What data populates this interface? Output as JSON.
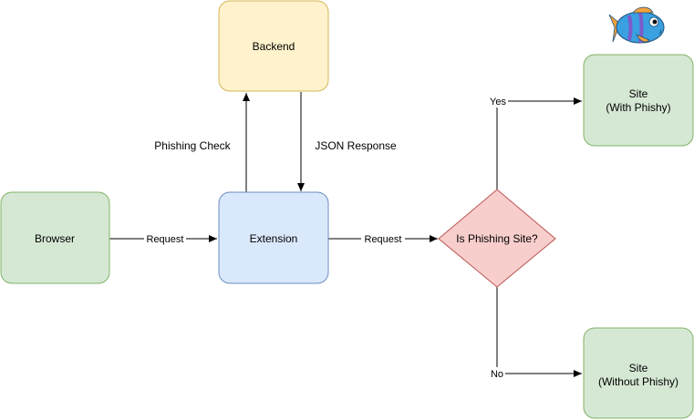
{
  "nodes": {
    "backend": {
      "label": "Backend",
      "fill": "#fff2cc",
      "stroke": "#d6b656"
    },
    "browser": {
      "label": "Browser",
      "fill": "#d5e8d4",
      "stroke": "#82b366"
    },
    "extension": {
      "label": "Extension",
      "fill": "#dae8fc",
      "stroke": "#6c8ebf"
    },
    "decision": {
      "label": "Is Phishing Site?",
      "fill": "#f8cecc",
      "stroke": "#b85450"
    },
    "site_with": {
      "line1": "Site",
      "line2": "(With Phishy)",
      "fill": "#d5e8d4",
      "stroke": "#82b366"
    },
    "site_without": {
      "line1": "Site",
      "line2": "(Without Phishy)",
      "fill": "#d5e8d4",
      "stroke": "#82b366"
    }
  },
  "edges": {
    "browser_to_extension": "Request",
    "extension_to_decision": "Request",
    "extension_to_backend": "Phishing Check",
    "backend_to_extension": "JSON Response",
    "decision_yes": "Yes",
    "decision_no": "No"
  },
  "logo": {
    "icon": "fish-icon",
    "colors": [
      "#3aa0e0",
      "#7b5cc8",
      "#f2a23a"
    ]
  }
}
